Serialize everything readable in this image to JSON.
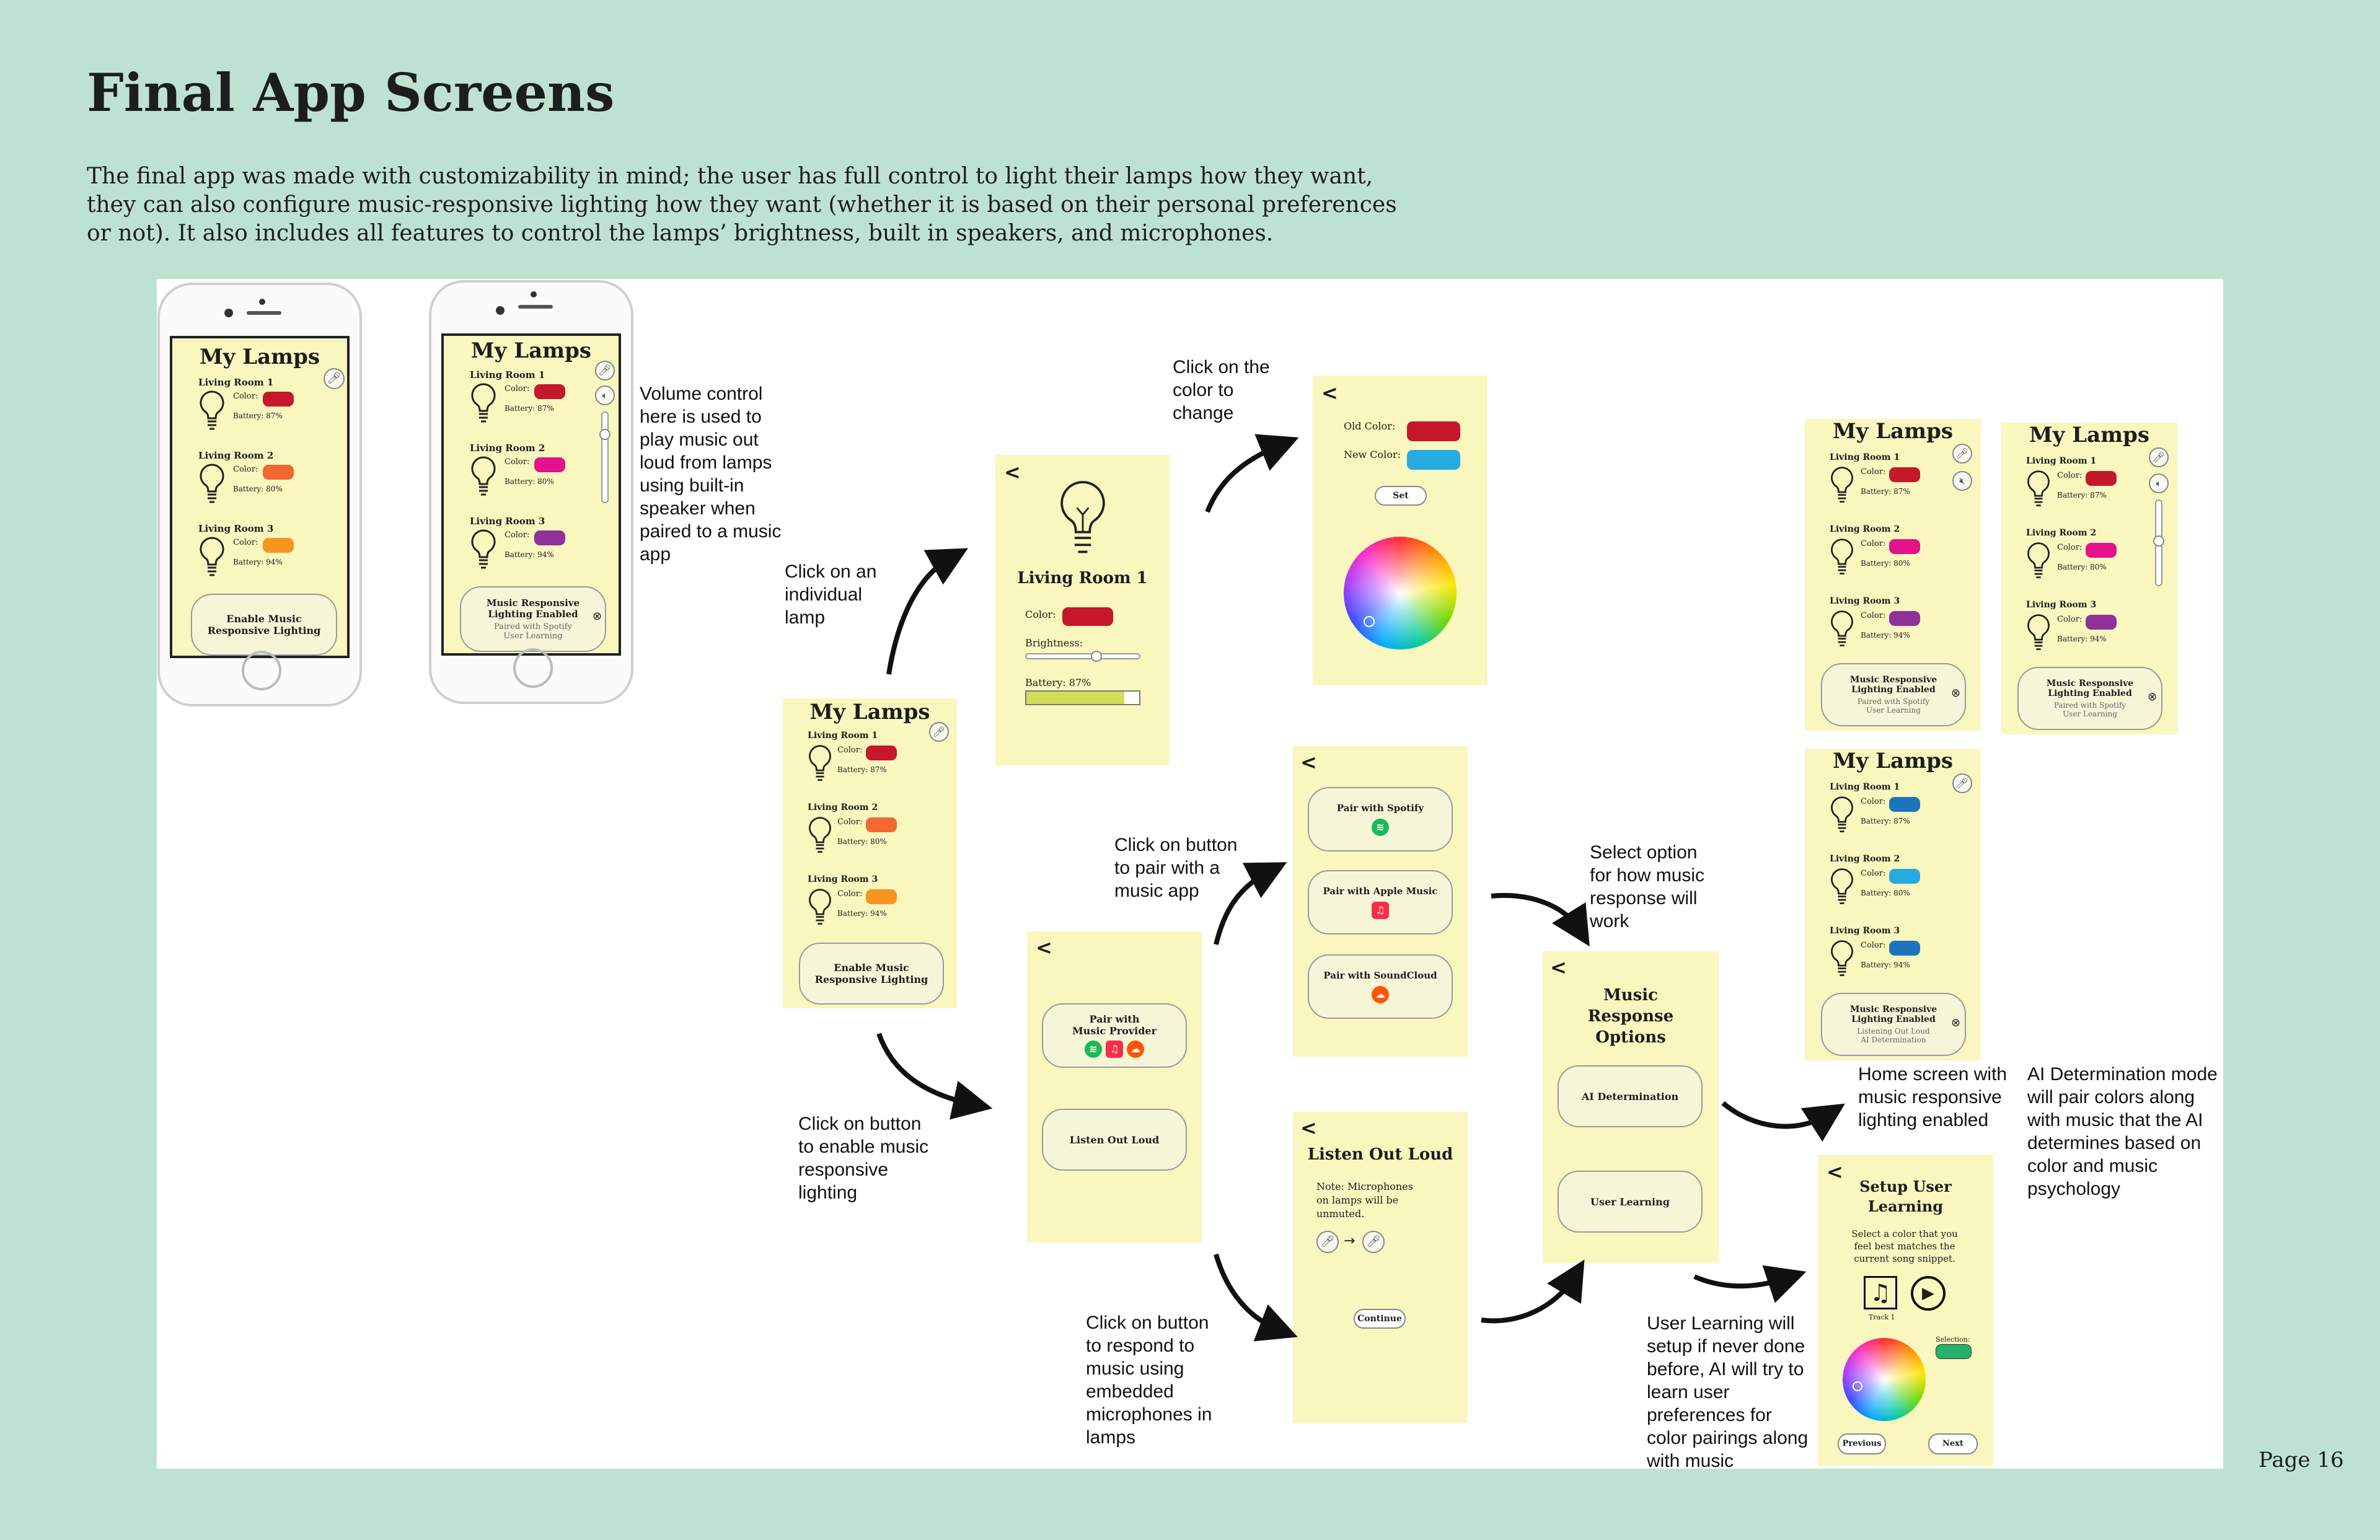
{
  "title": "Final App Screens",
  "intro": "The final app was made with customizability in mind; the user has full control to light their lamps how they want, they can also configure music-responsive lighting how they want (whether it is based on their personal preferences or not). It also includes all features to control the lamps’ brightness, built in speakers, and microphones.",
  "page": "Page 16",
  "common": {
    "my_lamps": "My Lamps",
    "color": "Color:",
    "lamps": [
      {
        "name": "Living Room 1",
        "battery": "Battery: 87%"
      },
      {
        "name": "Living Room 2",
        "battery": "Battery: 80%"
      },
      {
        "name": "Living Room 3",
        "battery": "Battery: 94%"
      }
    ],
    "enable_music": "Enable Music Responsive Lighting",
    "enabled_title": "Music Responsive Lighting Enabled",
    "paired_spotify": "Paired with Spotify",
    "user_learning": "User Learning",
    "listening_out_loud": "Listening Out Loud",
    "ai_determination": "AI Determination"
  },
  "colors": {
    "red": "#c5182a",
    "orange": "#f26830",
    "amber": "#f7941d",
    "magenta": "#e4128b",
    "purple": "#8f3198",
    "blue": "#1c75bc",
    "sky": "#27aae1",
    "green": "#27b06b",
    "screen_bg": "#f9f6be",
    "page_bg": "#bde2d2"
  },
  "lamp_screen": {
    "title": "Living Room 1",
    "color_label": "Color:",
    "brightness_label": "Brightness:",
    "battery_label": "Battery: 87%",
    "battery_level": 0.87,
    "brightness_level": 0.6
  },
  "color_screen": {
    "old_label": "Old Color:",
    "new_label": "New Color:",
    "set": "Set"
  },
  "provider_screen": {
    "pair_provider": "Pair with Music Provider",
    "listen_out_loud": "Listen Out Loud"
  },
  "pair_screen": {
    "spotify": "Pair with Spotify",
    "apple": "Pair with Apple Music",
    "soundcloud": "Pair with SoundCloud"
  },
  "listen_screen": {
    "title": "Listen Out Loud",
    "note": "Note: Microphones on lamps will be unmuted.",
    "continue": "Continue"
  },
  "options_screen": {
    "title": "Music Response Options",
    "ai": "AI Determination",
    "user": "User Learning"
  },
  "setup_screen": {
    "title": "Setup User Learning",
    "desc": "Select a color that you feel best matches the current song snippet.",
    "track": "Track 1",
    "selection": "Selection:",
    "previous": "Previous",
    "next": "Next"
  },
  "icons": {
    "back": "<",
    "mic_muted": "mic-muted-icon",
    "speaker": "speaker-icon",
    "close": "⊗",
    "arrow_right": "→"
  },
  "annotations": {
    "volume": "Volume control here is used to play music out loud from lamps using built-in speaker when paired to a music app",
    "click_lamp": "Click on an individual lamp",
    "click_color": "Click on the color to change",
    "click_enable": "Click on button to enable music responsive lighting",
    "click_pair": "Click on button to pair with a music app",
    "select_option": "Select option for how music response will work",
    "click_respond": "Click on button to respond to music using embedded microphones in lamps",
    "home_enabled": "Home screen with music responsive lighting enabled",
    "ai_mode": "AI Determination mode will pair colors along with music that the AI determines based on color and music psychology",
    "user_learning": "User Learning will setup if never done before, AI will try to learn user preferences for color pairings along with music"
  }
}
